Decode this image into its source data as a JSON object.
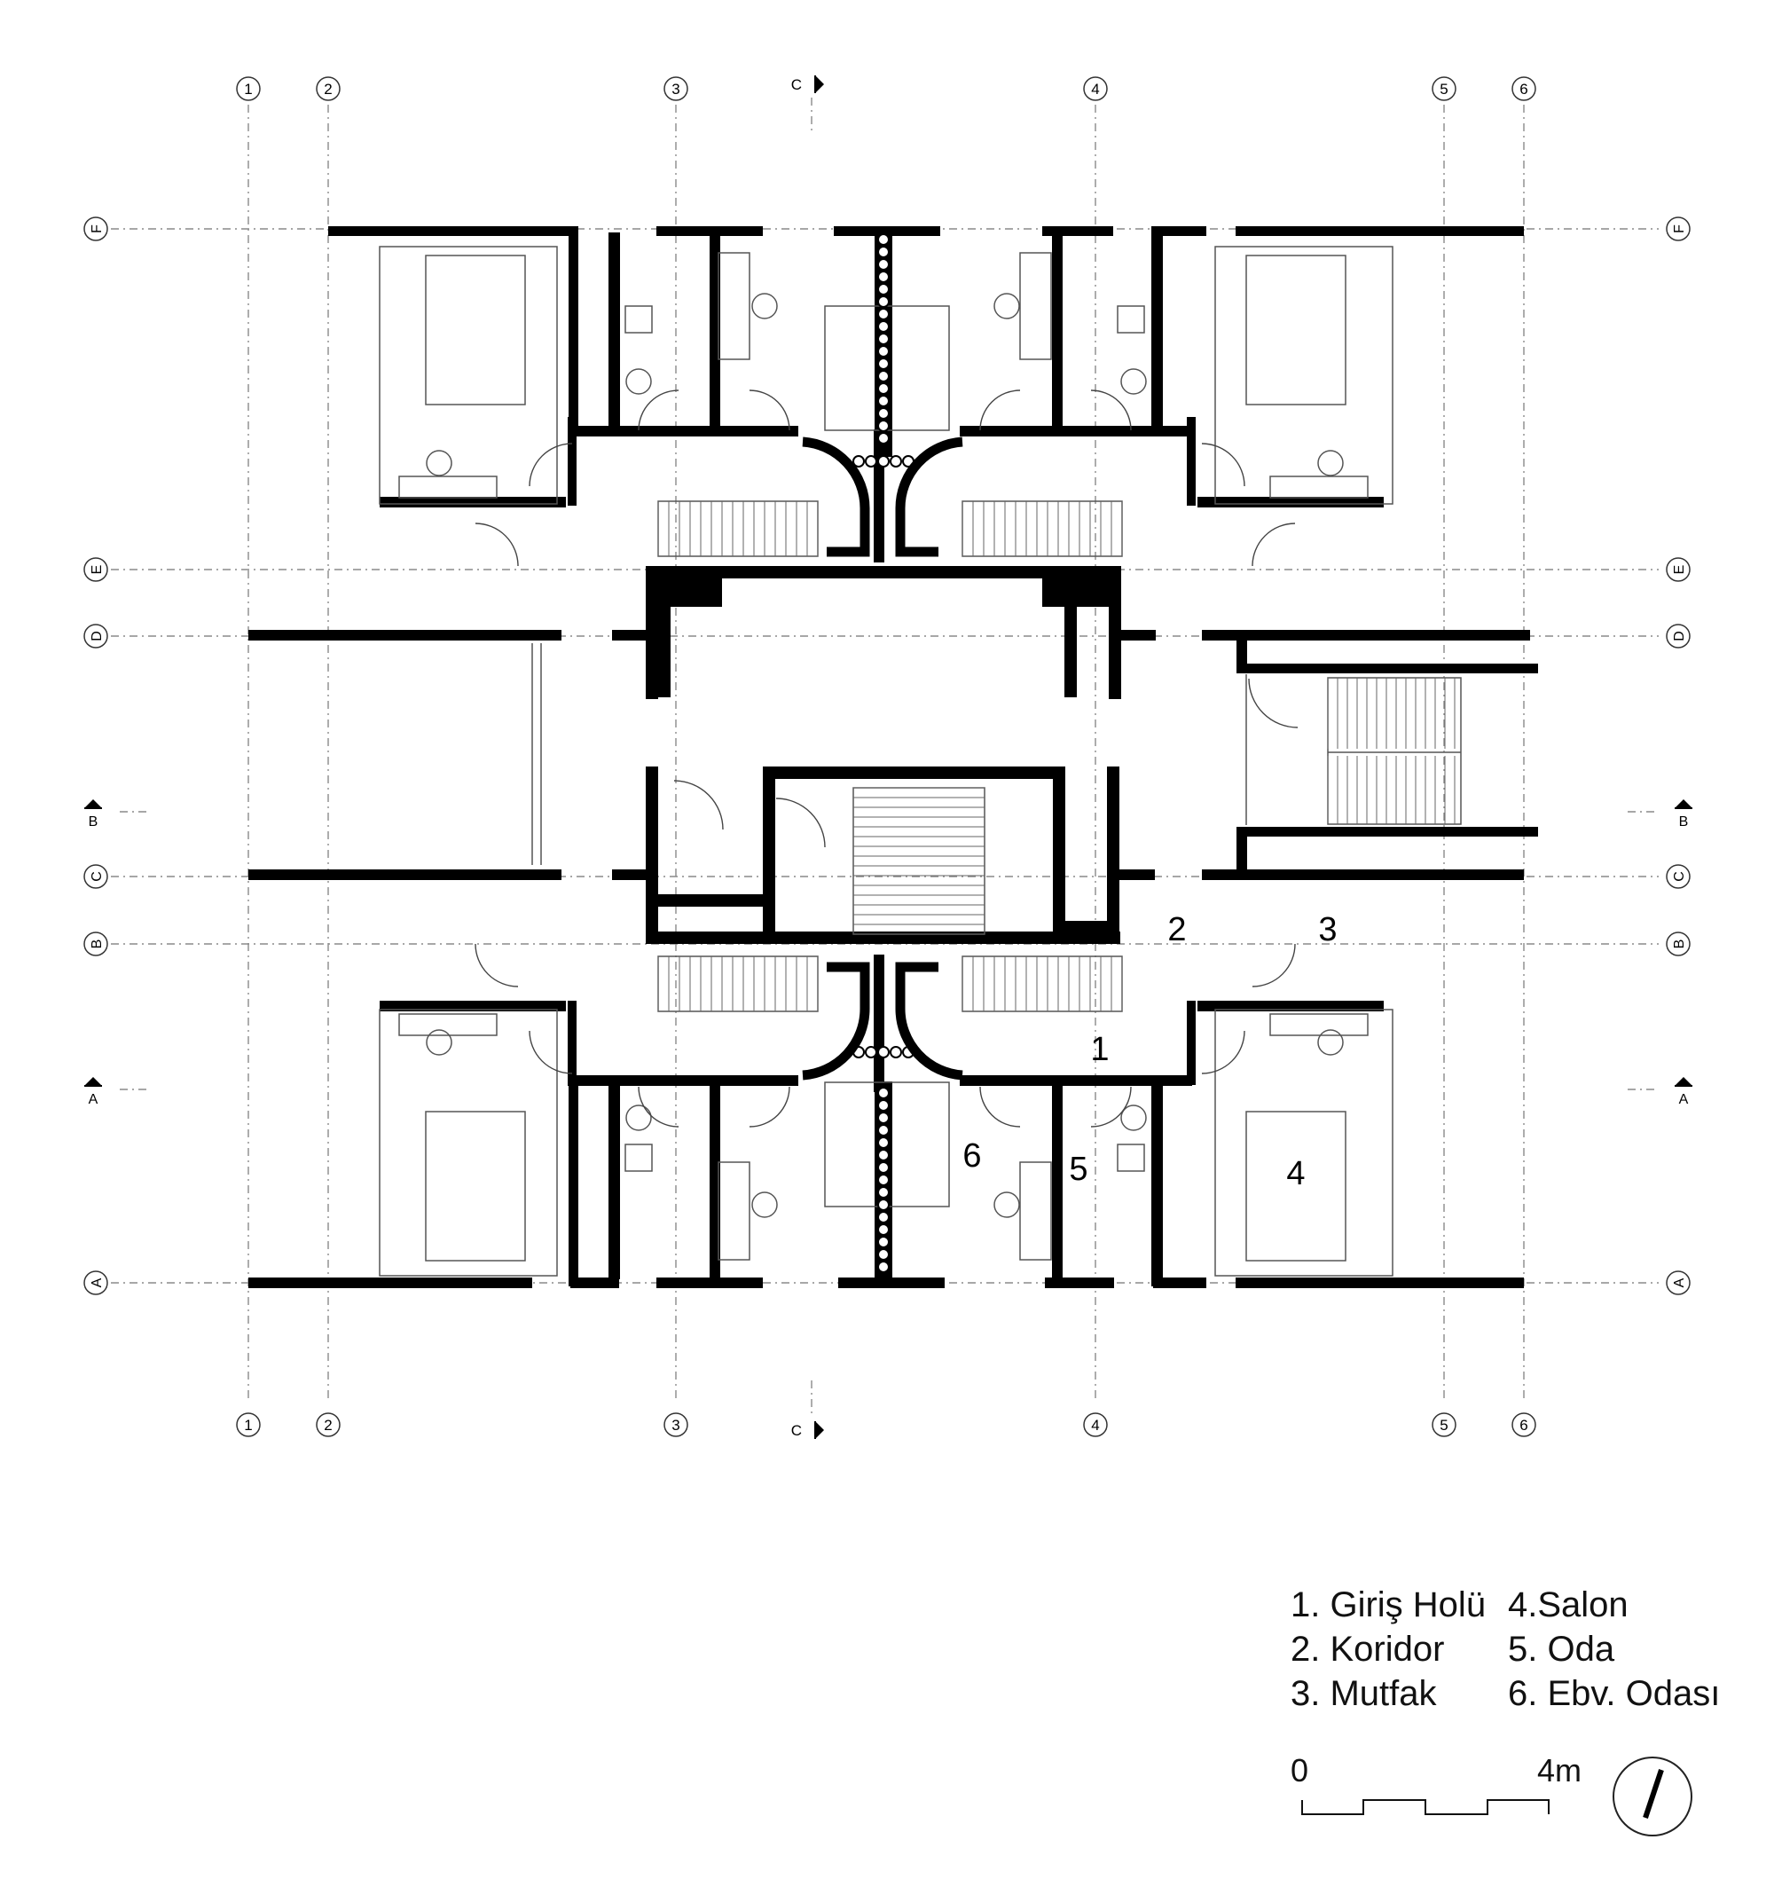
{
  "plan": {
    "grid_columns": [
      "1",
      "2",
      "3",
      "4",
      "5",
      "6"
    ],
    "grid_rows": [
      "F",
      "E",
      "D",
      "C",
      "B",
      "A"
    ],
    "section_markers": [
      "C",
      "B",
      "A"
    ],
    "room_labels": [
      "1",
      "2",
      "3",
      "4",
      "5",
      "6"
    ]
  },
  "legend": {
    "items": [
      "1. Giriş Holü",
      "4.Salon",
      "2. Koridor",
      "5. Oda",
      "3. Mutfak",
      "6. Ebv. Odası"
    ]
  },
  "scale": {
    "start": "0",
    "end": "4m"
  }
}
